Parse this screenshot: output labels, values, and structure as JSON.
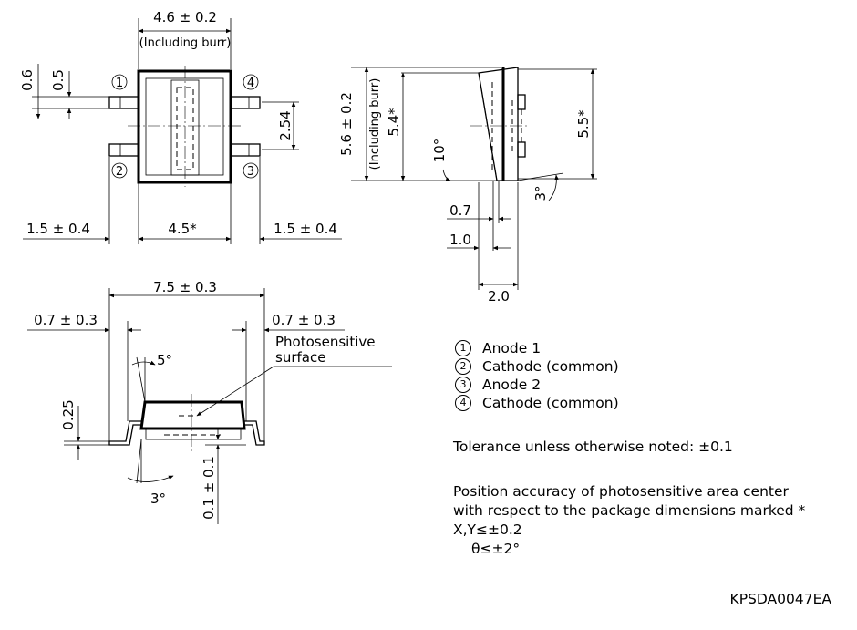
{
  "top_view": {
    "width_dim": "4.6 ± 0.2",
    "width_note": "(Including burr)",
    "lead_dim_a": "0.6",
    "lead_dim_b": "0.5",
    "pitch_dim": "2.54",
    "left_lead": "1.5 ± 0.4",
    "body_width": "4.5*",
    "right_lead": "1.5 ± 0.4",
    "pins": [
      "1",
      "2",
      "3",
      "4"
    ]
  },
  "side_view": {
    "height_dim": "5.6 ± 0.2",
    "height_note": "(Including burr)",
    "inner_height": "5.4*",
    "right_height": "5.5*",
    "angle_a": "10°",
    "angle_b": "3°",
    "dim_07": "0.7",
    "dim_10": "1.0",
    "dim_20": "2.0"
  },
  "front_view": {
    "overall": "7.5 ± 0.3",
    "left_lead": "0.7 ± 0.3",
    "right_lead": "0.7 ± 0.3",
    "surface_label_1": "Photosensitive",
    "surface_label_2": "surface",
    "angle_top": "5°",
    "angle_bottom": "3°",
    "dim_025": "0.25",
    "dim_01": "0.1 ± 0.1"
  },
  "notes": {
    "pins": [
      {
        "num": "1",
        "label": "Anode 1"
      },
      {
        "num": "2",
        "label": "Cathode (common)"
      },
      {
        "num": "3",
        "label": "Anode 2"
      },
      {
        "num": "4",
        "label": "Cathode (common)"
      }
    ],
    "tolerance": "Tolerance unless otherwise noted: ±0.1",
    "accuracy_line1": "Position accuracy of photosensitive area center",
    "accuracy_line2": "with respect to the package dimensions marked *",
    "accuracy_line3": "X,Y≤±0.2",
    "accuracy_line4": "θ≤±2°"
  },
  "document_id": "KPSDA0047EA"
}
